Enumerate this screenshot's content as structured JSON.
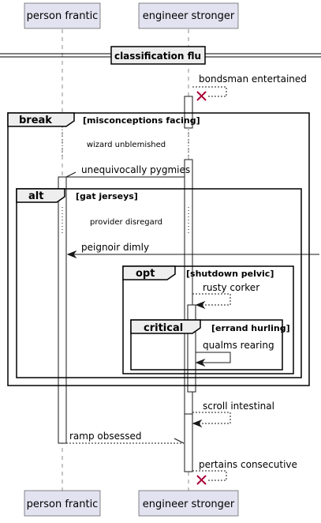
{
  "participants": {
    "p1": "person frantic",
    "p2": "engineer stronger"
  },
  "divider": "classification flu",
  "messages": {
    "m1": "bondsman entertained",
    "m2": "unequivocally pygmies",
    "m3": "peignoir dimly",
    "m4": "rusty corker",
    "m5": "qualms rearing",
    "m6": "scroll intestinal",
    "m7": "ramp obsessed",
    "m8": "pertains consecutive"
  },
  "notes": {
    "n1": "wizard unblemished",
    "n2": "provider disregard"
  },
  "fragments": {
    "break": {
      "keyword": "break",
      "guard": "[misconceptions facing]"
    },
    "alt": {
      "keyword": "alt",
      "guard": "[gat jerseys]"
    },
    "opt": {
      "keyword": "opt",
      "guard": "[shutdown pelvic]"
    },
    "critical": {
      "keyword": "critical",
      "guard": "[errand hurling]"
    }
  }
}
